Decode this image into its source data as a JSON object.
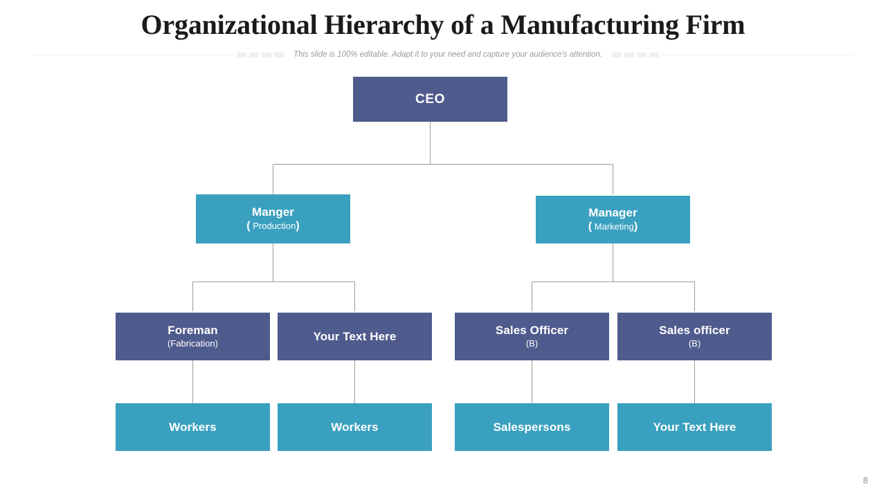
{
  "header": {
    "title": "Organizational Hierarchy of a Manufacturing Firm",
    "subtitle": "This slide is 100% editable. Adapt it to your need and capture your audience's attention."
  },
  "footer": {
    "page_number": "8"
  },
  "colors": {
    "dark_blue": "#4f5b8d",
    "teal": "#3aa0bf",
    "connector": "#9b9b9b",
    "title": "#1a1a1a",
    "subtitle": "#9a9a9a"
  },
  "chart_data": {
    "type": "diagram",
    "title": "Organizational Hierarchy of a Manufacturing Firm",
    "levels": 4,
    "nodes": [
      {
        "id": "ceo",
        "main": "CEO",
        "sub": "",
        "level": 1,
        "color": "#4f5b8d"
      },
      {
        "id": "mgr-prod",
        "main": "Manger",
        "sub": "Production",
        "level": 2,
        "color": "#3aa0bf"
      },
      {
        "id": "mgr-mktg",
        "main": "Manager",
        "sub": "Marketing",
        "level": 2,
        "color": "#3aa0bf"
      },
      {
        "id": "foreman",
        "main": "Foreman",
        "sub": "(Fabrication)",
        "level": 3,
        "color": "#4f5b8d"
      },
      {
        "id": "ph-1",
        "main": "Your Text Here",
        "sub": "",
        "level": 3,
        "color": "#4f5b8d"
      },
      {
        "id": "so-1",
        "main": "Sales Officer",
        "sub": "(B)",
        "level": 3,
        "color": "#4f5b8d"
      },
      {
        "id": "so-2",
        "main": "Sales officer",
        "sub": "(B)",
        "level": 3,
        "color": "#4f5b8d"
      },
      {
        "id": "work-1",
        "main": "Workers",
        "sub": "",
        "level": 4,
        "color": "#3aa0bf"
      },
      {
        "id": "work-2",
        "main": "Workers",
        "sub": "",
        "level": 4,
        "color": "#3aa0bf"
      },
      {
        "id": "sales-1",
        "main": "Salespersons",
        "sub": "",
        "level": 4,
        "color": "#3aa0bf"
      },
      {
        "id": "ph-2",
        "main": "Your Text Here",
        "sub": "",
        "level": 4,
        "color": "#3aa0bf"
      }
    ],
    "edges": [
      {
        "from": "ceo",
        "to": "mgr-prod"
      },
      {
        "from": "ceo",
        "to": "mgr-mktg"
      },
      {
        "from": "mgr-prod",
        "to": "foreman"
      },
      {
        "from": "mgr-prod",
        "to": "ph-1"
      },
      {
        "from": "mgr-mktg",
        "to": "so-1"
      },
      {
        "from": "mgr-mktg",
        "to": "so-2"
      },
      {
        "from": "foreman",
        "to": "work-1"
      },
      {
        "from": "ph-1",
        "to": "work-2"
      },
      {
        "from": "so-1",
        "to": "sales-1"
      },
      {
        "from": "so-2",
        "to": "ph-2"
      }
    ]
  }
}
